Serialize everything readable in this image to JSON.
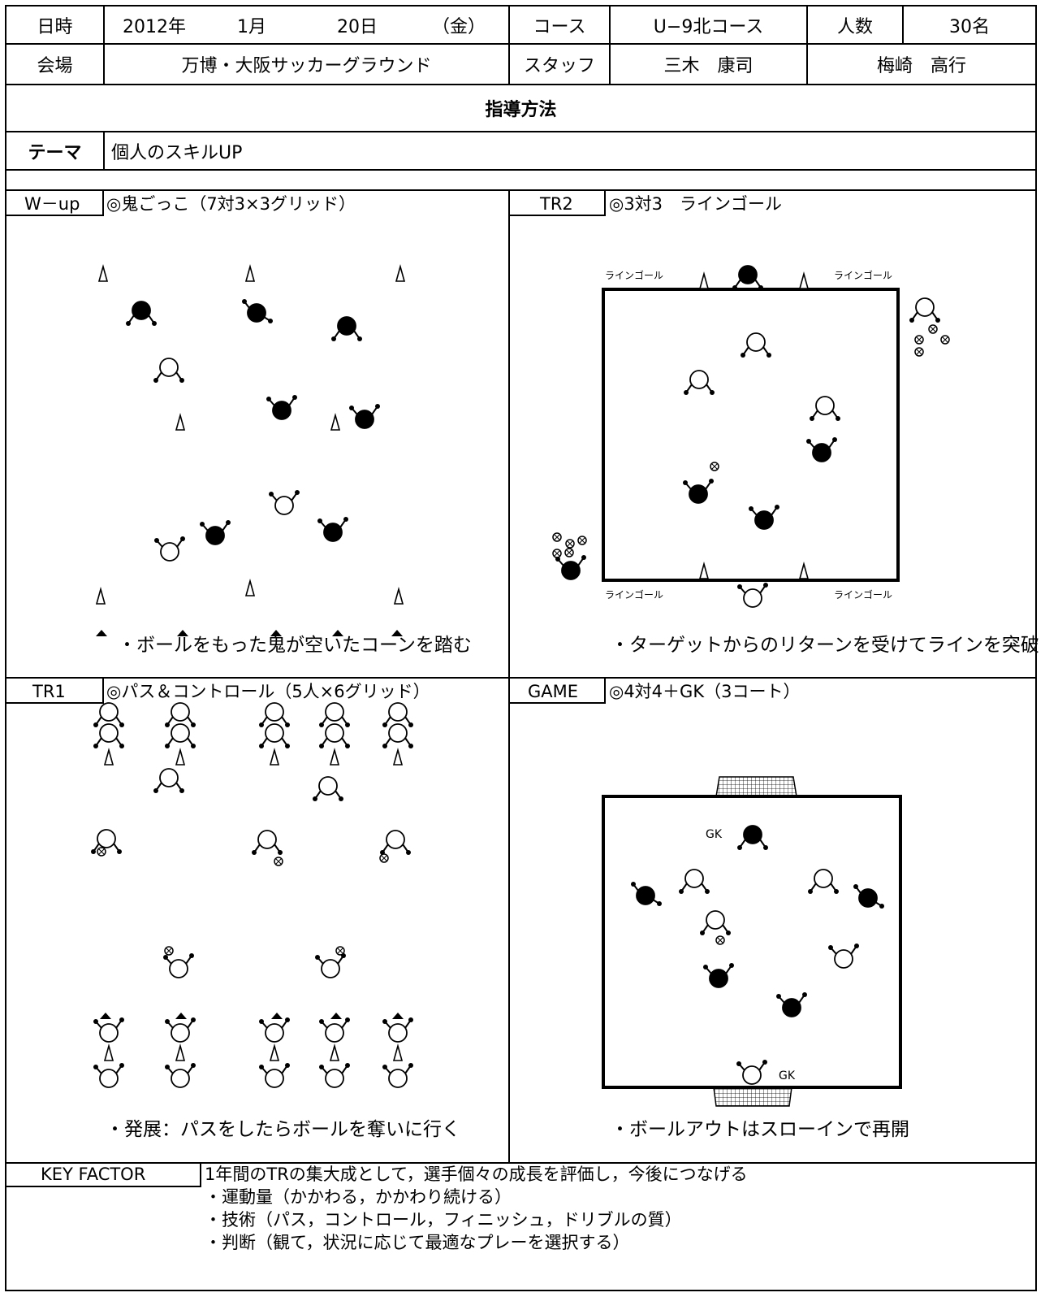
{
  "header": {
    "date_label": "日時",
    "year": "2012年",
    "month": "1月",
    "day": "20日",
    "weekday": "（金）",
    "course_label": "コース",
    "course_value": "U−9北コース",
    "people_label": "人数",
    "people_value": "30名",
    "venue_label": "会場",
    "venue_value": "万博・大阪サッカーグラウンド",
    "staff_label": "スタッフ",
    "staff_1": "三木　康司",
    "staff_2": "梅崎　高行",
    "method_title": "指導方法",
    "theme_label": "テーマ",
    "theme_value": "個人のスキルUP"
  },
  "panels": {
    "wup": {
      "tag": "W－up",
      "title": "◎鬼ごっこ（7対3×3グリッド）",
      "note": "・ボールをもった鬼が空いたコーンを踏む"
    },
    "tr2": {
      "tag": "TR2",
      "title": "◎3対3　ラインゴール",
      "note": "・ターゲットからのリターンを受けてラインを突破",
      "line_goal_label": "ラインゴール"
    },
    "tr1": {
      "tag": "TR1",
      "title": "◎パス＆コントロール（5人×6グリッド）",
      "note": "・発展：パスをしたらボールを奪いに行く"
    },
    "game": {
      "tag": "GAME",
      "title": "◎4対4＋GK（3コート）",
      "note": "・ボールアウトはスローインで再開",
      "gk_label": "GK"
    }
  },
  "key_factor": {
    "tag": "KEY FACTOR",
    "summary": "1年間のTRの集大成として，選手個々の成長を評価し，今後につなげる",
    "items": [
      "・運動量（かかわる，かかわり続ける）",
      "・技術（パス，コントロール，フィニッシュ，ドリブルの質）",
      "・判断（観て，状況に応じて最適なプレーを選択する）"
    ]
  }
}
